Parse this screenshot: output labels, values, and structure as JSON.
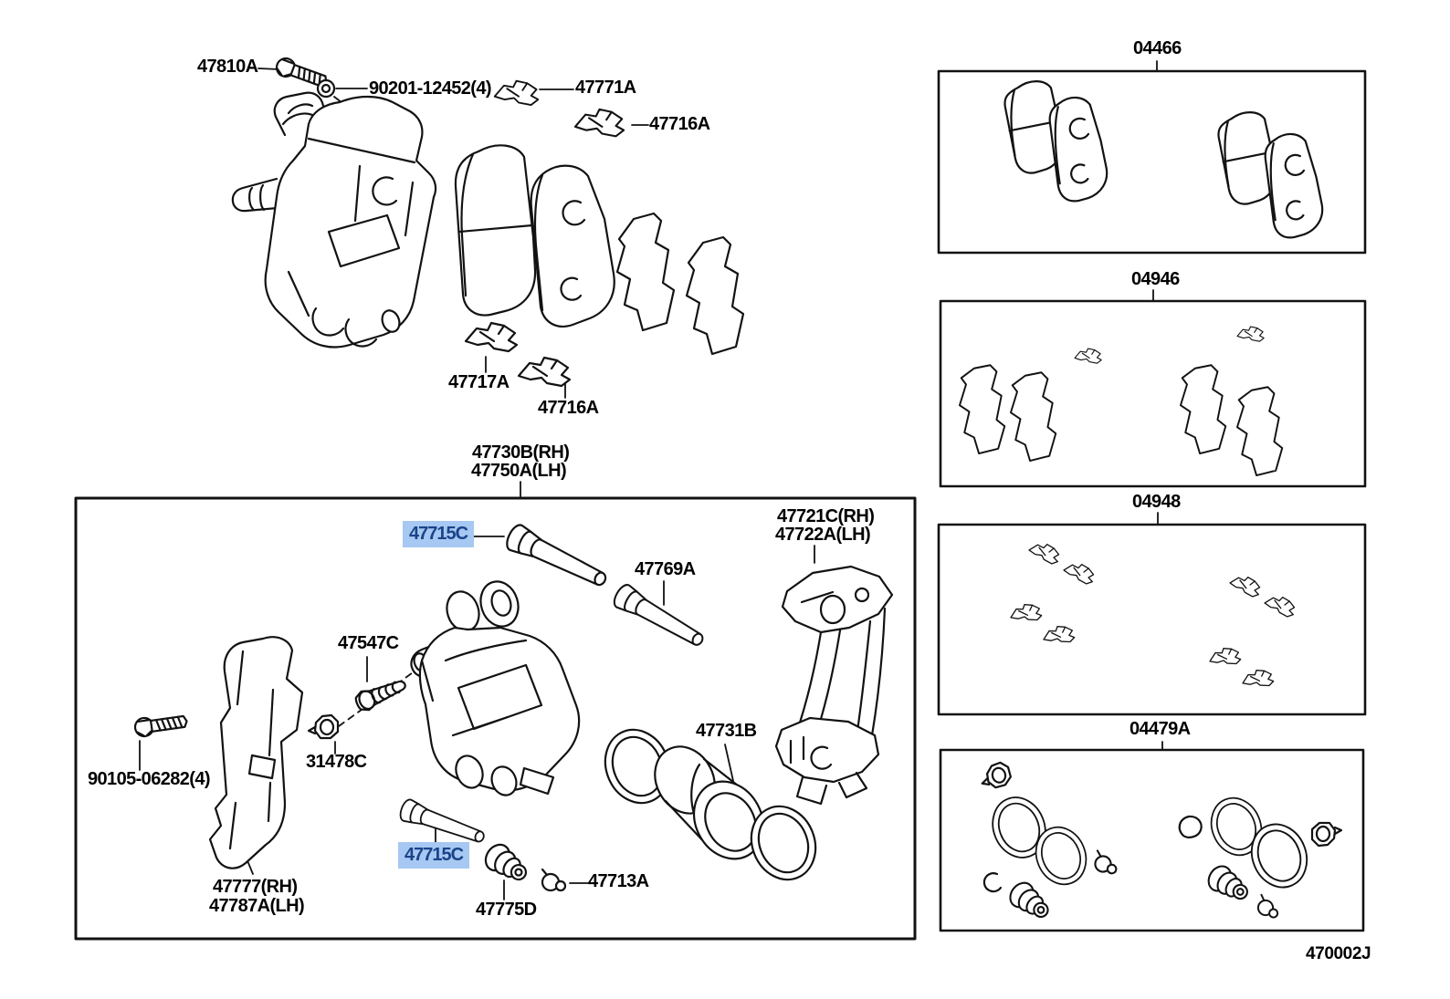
{
  "colors": {
    "line": "#121212",
    "highlight_bg": "#A6C8F2",
    "highlight_text": "#1A4388",
    "background": "#ffffff"
  },
  "selected_part": "47715C",
  "highlighted_callouts": [
    "47715C",
    "47715C"
  ],
  "main_view": {
    "callouts": {
      "bolt": "47810A",
      "washer": "90201-12452(4)",
      "pad_clip_a": "47771A",
      "pad_clip_b": "47716A",
      "support_plate": "47717A",
      "pad_clip_c": "47716A",
      "caliper_rh": "47730B(RH)",
      "caliper_lh": "47750A(LH)"
    }
  },
  "cylinder_box": {
    "callouts": {
      "slide_pin_upper": "47715C",
      "bushing_pin": "47769A",
      "bracket_rh": "47721C(RH)",
      "bracket_lh": "47722A(LH)",
      "stud": "47547C",
      "cap_nut": "31478C",
      "mount_bolt": "90105-06282(4)",
      "dust_cover_rh": "47777(RH)",
      "dust_cover_lh": "47787A(LH)",
      "slide_pin_lower": "47715C",
      "boot": "47775D",
      "bleeder": "47713A",
      "piston": "47731B"
    }
  },
  "kits": {
    "pads": "04466",
    "shims": "04946",
    "fittings": "04948",
    "seals": "04479A"
  },
  "footer": {
    "code": "470002J"
  }
}
